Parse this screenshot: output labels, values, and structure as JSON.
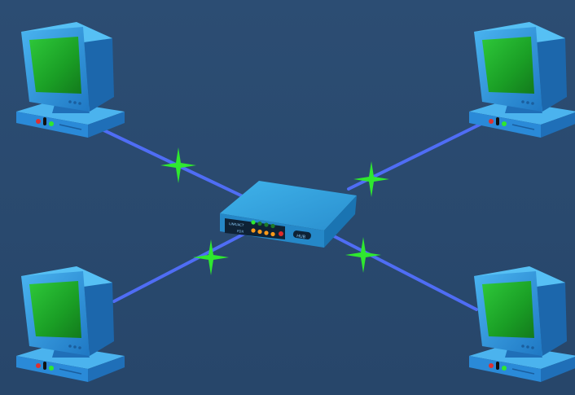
{
  "diagram": {
    "background": "#2a4a6e",
    "link_color": "#4f6df5",
    "signal_color": "#2fe82f",
    "screen_color": "#1fae2a",
    "device_color": "#2a8fd6",
    "nodes": [
      {
        "id": "computer-top-left",
        "icon": "desktop-computer-icon"
      },
      {
        "id": "computer-top-right",
        "icon": "desktop-computer-icon"
      },
      {
        "id": "computer-bottom-left",
        "icon": "desktop-computer-icon"
      },
      {
        "id": "computer-bottom-right",
        "icon": "desktop-computer-icon"
      },
      {
        "id": "network-switch",
        "icon": "network-switch-icon"
      }
    ],
    "links": [
      {
        "from": "computer-top-left",
        "to": "network-switch"
      },
      {
        "from": "computer-top-right",
        "to": "network-switch"
      },
      {
        "from": "computer-bottom-left",
        "to": "network-switch"
      },
      {
        "from": "computer-bottom-right",
        "to": "network-switch"
      }
    ],
    "switch_panel": {
      "row1_text": "LINK/ACT",
      "row2_text": "FDX",
      "logo_text": "HUB"
    }
  }
}
